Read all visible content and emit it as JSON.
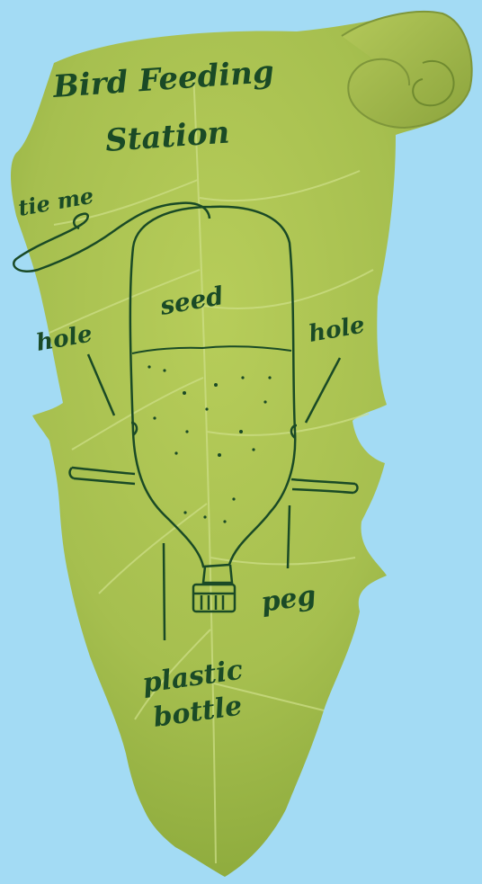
{
  "title": {
    "line1": "Bird Feeding",
    "line2": "Station"
  },
  "labels": {
    "tie": "tie me",
    "seed": "seed",
    "hole_left": "hole",
    "hole_right": "hole",
    "peg": "peg",
    "bottle_line1": "plastic",
    "bottle_line2": "bottle"
  },
  "colors": {
    "background": "#a3dbf4",
    "leaf": "#a6bf4f",
    "leaf_dark": "#8aa83a",
    "ink": "#1a4a26"
  }
}
